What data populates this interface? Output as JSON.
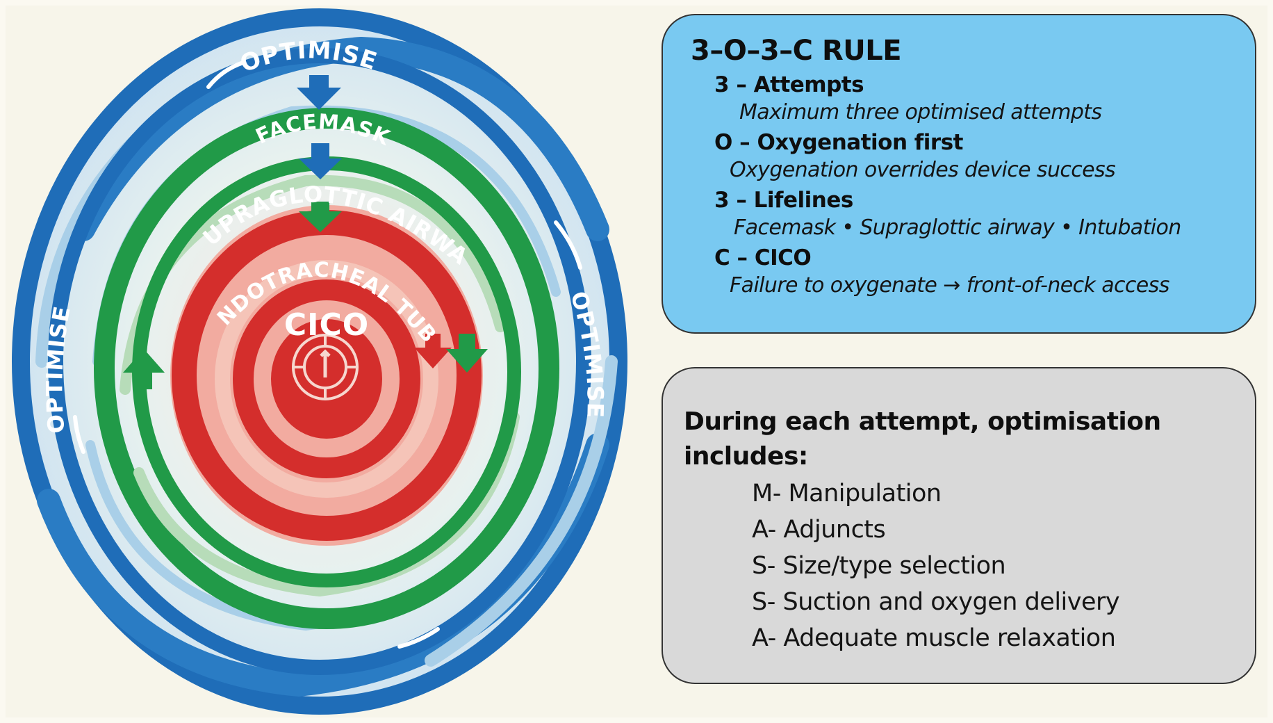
{
  "vortex": {
    "labels": {
      "optimise_top": "OPTIMISE",
      "optimise_left": "OPTIMISE",
      "optimise_right": "OPTIMISE",
      "facemask": "FACEMASK",
      "supraglottic": "SUPRAGLOTTIC AIRWAY",
      "endotracheal": "ENDOTRACHEAL TUBE",
      "cico": "CICO"
    },
    "colors": {
      "blue": "#1f6db8",
      "light_blue": "#a9cfe8",
      "green": "#219a48",
      "light_green": "#b7dcb9",
      "red": "#d42e2c",
      "pink": "#f2aba0"
    }
  },
  "rule_box": {
    "title": "3–O–3–C RULE",
    "items": [
      {
        "heading": "3 – Attempts",
        "detail": "Maximum three optimised attempts"
      },
      {
        "heading": "O – Oxygenation first",
        "detail": "Oxygenation overrides device success"
      },
      {
        "heading": "3 – Lifelines",
        "detail": "Facemask • Supraglottic airway • Intubation"
      },
      {
        "heading": "C – CICO",
        "detail": "Failure to oxygenate → front-of-neck access"
      }
    ],
    "color": "#79c9f1"
  },
  "optimisation_box": {
    "title": "During each attempt, optimisation includes:",
    "items": [
      "M- Manipulation",
      "A- Adjuncts",
      "S- Size/type selection",
      "S- Suction and oxygen delivery",
      "A- Adequate muscle relaxation"
    ],
    "color": "#d9d9d9"
  }
}
